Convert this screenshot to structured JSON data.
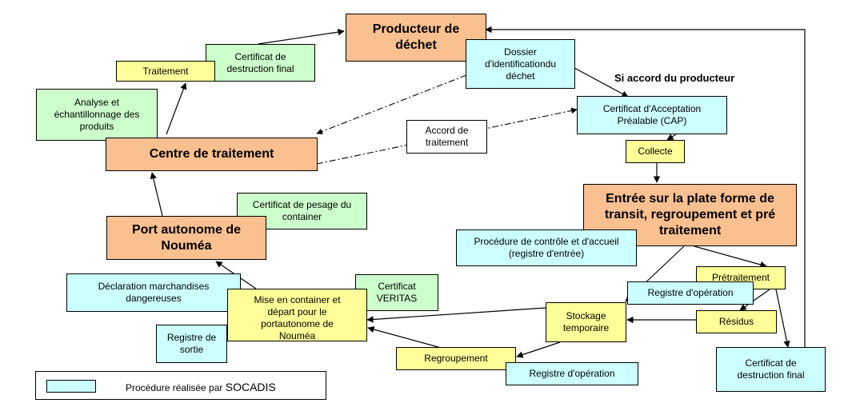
{
  "boxes": {
    "producteur": "Producteur de\ndéchet",
    "dossier": "Dossier\nd'identificationdu\ndéchet",
    "certificat_final_top": "Certificat de\ndestruction final",
    "traitement": "Traitement",
    "analyse": "Analyse et\néchantillonnage des\nproduits",
    "centre_traitement": "Centre de traitement",
    "accord_traitement": "Accord de\ntraitement",
    "cap": "Certificat d'Acceptation\nPréalable (CAP)",
    "collecte": "Collecte",
    "entree_plateforme": "Entrée sur la plate forme de\ntransit, regroupement et pré\ntraitement",
    "procedure_controle": "Procédure de contrôle et d'accueil\n(registre d'entrée)",
    "certificat_pesage": "Certificat de pesage du\ncontainer",
    "port_autonome": "Port autonome de\nNouméa",
    "declaration": "Déclaration marchandises\ndangereuses",
    "certificat_veritas": "Certificat\nVERITAS",
    "mise_container": "Mise en container et\ndépart pour le\nportautonome de\nNouméa",
    "registre_sortie": "Registre de\nsortie",
    "pretraitement": "Prétraitement",
    "registre_operation_1": "Registre d'opération",
    "stockage": "Stockage\ntemporaire",
    "residus": "Résidus",
    "certificat_final_bottom": "Certificat de\ndestruction final",
    "regroupement": "Regroupement",
    "registre_operation_2": "Registre d'opération"
  },
  "labels": {
    "si_accord": "Si accord du producteur"
  },
  "legend": {
    "text": "Procédure réalisée par ",
    "brand": "SOCADIS"
  },
  "colors": {
    "orange": "#fac090",
    "green": "#ccffcc",
    "cyan": "#ccffff",
    "yellow": "#ffff99"
  }
}
